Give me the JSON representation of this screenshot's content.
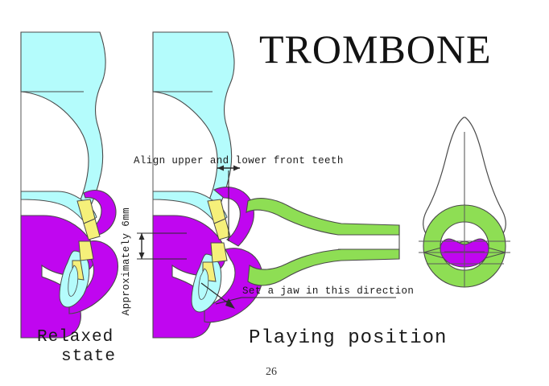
{
  "page": {
    "title": "TROMBONE",
    "number": "26",
    "background_color": "#ffffff"
  },
  "palette": {
    "cyan_cavity": "#b4fcfc",
    "magenta_tissue": "#c006f0",
    "yellow_teeth": "#f5f07a",
    "green_mouthpiece": "#8ede54",
    "outline": "#4a4a4a",
    "dimension_line": "#2b2b2b",
    "text": "#1a1a1a"
  },
  "annotations": {
    "align_teeth": "Align upper and lower front teeth",
    "gap_measure": "Approximately 6mm",
    "jaw_direction": "Set a jaw in this direction"
  },
  "figures": {
    "left": {
      "caption_line_1": "Relaxed",
      "caption_line_2": "state",
      "description": "sagittal-cross-section-relaxed"
    },
    "right": {
      "caption": "Playing position",
      "description": "sagittal-cross-section-playing-with-mouthpiece"
    },
    "front": {
      "description": "frontal-view-nose-lips-mouthpiece-rim"
    }
  }
}
